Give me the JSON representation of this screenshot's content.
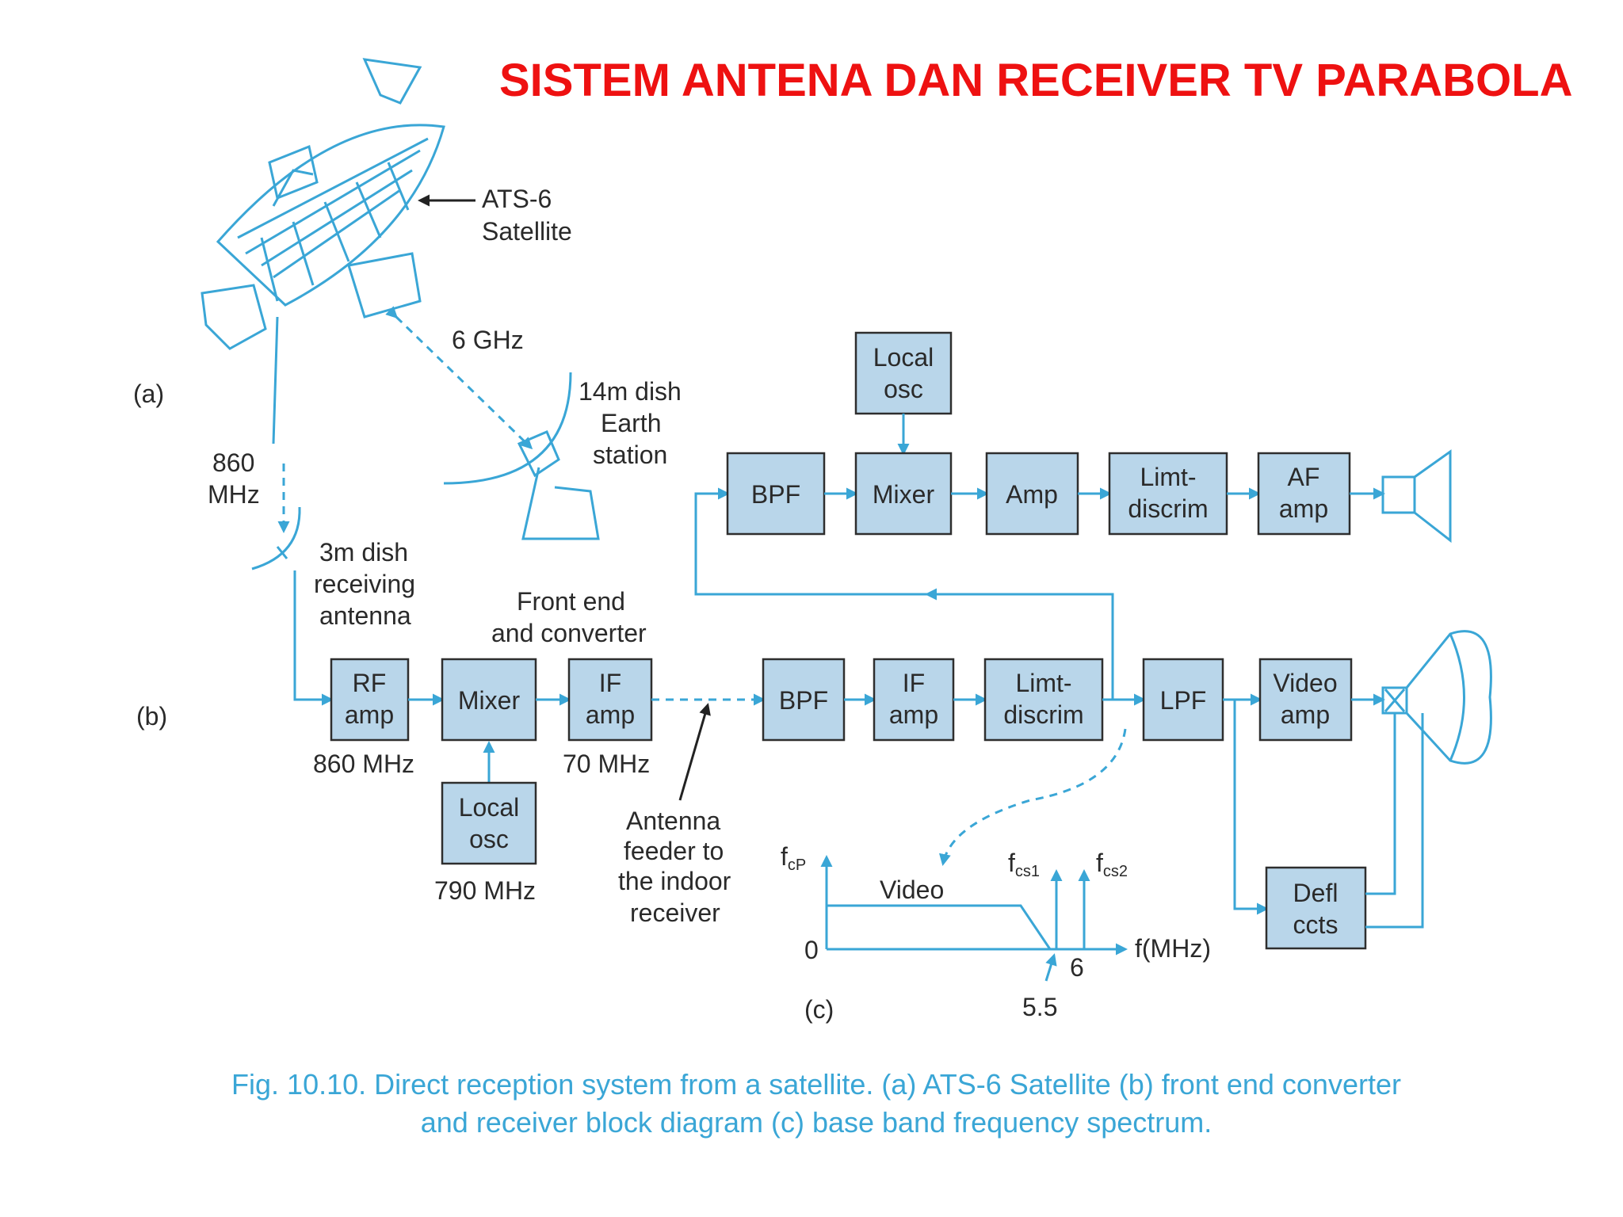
{
  "title": "SISTEM ANTENA DAN RECEIVER TV PARABOLA",
  "part_a": {
    "marker": "(a)",
    "satellite_label": [
      "ATS-6",
      "Satellite"
    ],
    "uplink_freq": "6 GHz",
    "earth_station_label": [
      "14m dish",
      "Earth",
      "station"
    ],
    "downlink_freq": [
      "860",
      "MHz"
    ],
    "receiving_dish_label": [
      "3m dish",
      "receiving",
      "antenna"
    ]
  },
  "part_b": {
    "marker": "(b)",
    "front_end_label": [
      "Front end",
      "and converter"
    ],
    "front_end_blocks": {
      "rf_amp": [
        "RF",
        "amp"
      ],
      "mixer": [
        "Mixer"
      ],
      "if_amp": [
        "IF",
        "amp"
      ],
      "local_osc": [
        "Local",
        "osc"
      ]
    },
    "freq_labels": {
      "rf": "860 MHz",
      "if": "70 MHz",
      "lo": "790 MHz"
    },
    "feeder_label": [
      "Antenna",
      "feeder to",
      "the indoor",
      "receiver"
    ],
    "receiver_blocks": {
      "bpf": [
        "BPF"
      ],
      "if_amp": [
        "IF",
        "amp"
      ],
      "limt_discrim": [
        "Limt-",
        "discrim"
      ],
      "lpf": [
        "LPF"
      ],
      "video_amp": [
        "Video",
        "amp"
      ],
      "defl_ccts": [
        "Defl",
        "ccts"
      ]
    },
    "audio_blocks": {
      "bpf": [
        "BPF"
      ],
      "local_osc": [
        "Local",
        "osc"
      ],
      "mixer": [
        "Mixer"
      ],
      "amp": [
        "Amp"
      ],
      "limt_discrim": [
        "Limt-",
        "discrim"
      ],
      "af_amp": [
        "AF",
        "amp"
      ]
    }
  },
  "part_c": {
    "marker": "(c)",
    "y_label": "f",
    "y_label_sub": "cP",
    "video_label": "Video",
    "fcs1": "f",
    "fcs1_sub": "cs1",
    "fcs2": "f",
    "fcs2_sub": "cs2",
    "origin": "0",
    "x_axis_label": "f(MHz)",
    "tick_6": "6",
    "tick_5_5": "5.5"
  },
  "caption": [
    "Fig. 10.10. Direct reception system from a satellite. (a) ATS-6 Satellite (b) front end converter",
    "and receiver block diagram (c) base band frequency spectrum."
  ],
  "colors": {
    "title": "#ee1111",
    "wire": "#3aa6d6",
    "block_fill": "#b9d6ea",
    "caption": "#3aa6d6"
  }
}
